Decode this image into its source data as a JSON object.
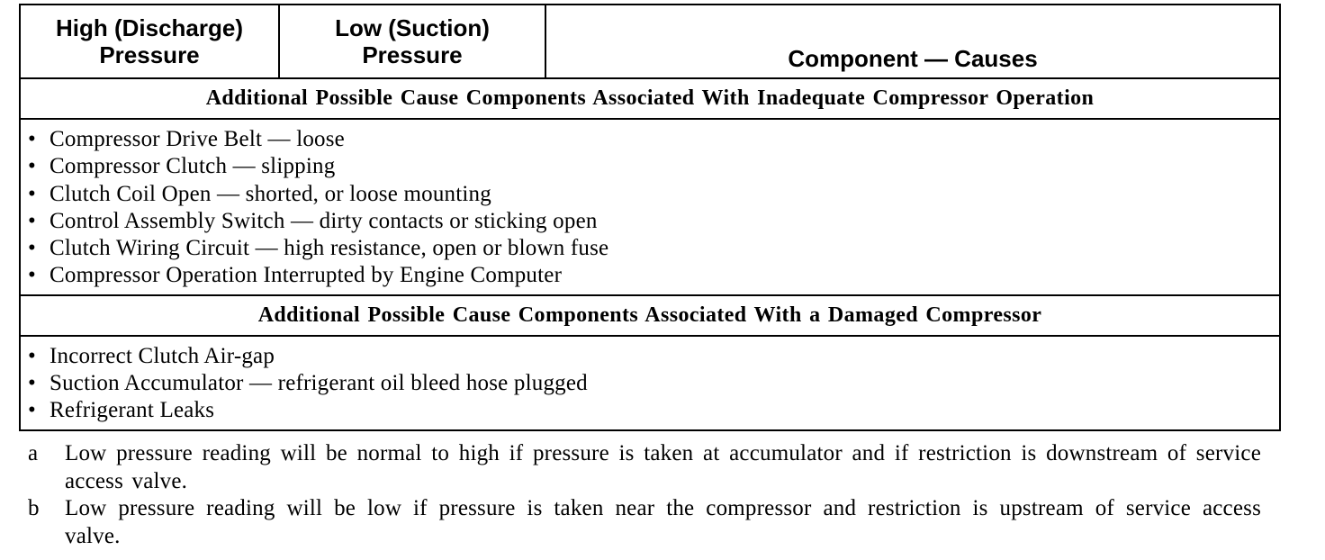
{
  "table": {
    "headers": {
      "high": [
        "High (Discharge)",
        "Pressure"
      ],
      "low": [
        "Low (Suction)",
        "Pressure"
      ],
      "component": "Component — Causes"
    },
    "sections": [
      {
        "title": "Additional Possible Cause Components Associated With Inadequate Compressor Operation",
        "items": [
          "Compressor Drive Belt — loose",
          "Compressor Clutch — slipping",
          "Clutch Coil Open — shorted, or loose mounting",
          "Control Assembly Switch — dirty contacts or sticking open",
          "Clutch Wiring Circuit — high resistance, open or blown fuse",
          "Compressor Operation Interrupted by Engine Computer"
        ]
      },
      {
        "title": "Additional Possible Cause Components Associated With a Damaged Compressor",
        "items": [
          "Incorrect Clutch Air-gap",
          "Suction Accumulator — refrigerant oil bleed hose plugged",
          "Refrigerant Leaks"
        ]
      }
    ],
    "bullet": "•"
  },
  "footnotes": [
    {
      "letter": "a",
      "text": "Low pressure reading will be normal to high if pressure is taken at accumulator and if restriction is downstream of service access valve."
    },
    {
      "letter": "b",
      "text": "Low pressure reading will be low if pressure is taken near the compressor and restriction is upstream of service access valve."
    }
  ]
}
